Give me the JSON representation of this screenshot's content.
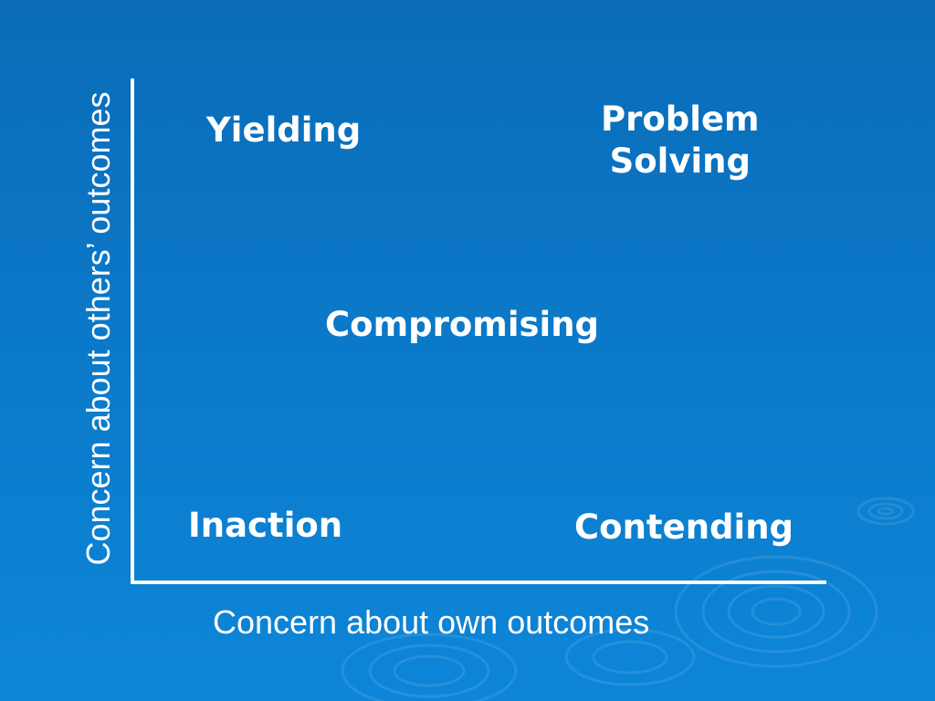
{
  "axes": {
    "y_label": "Concern about others’ outcomes",
    "x_label": "Concern about own outcomes"
  },
  "quadrants": {
    "top_left": "Yielding",
    "top_right_line1": "Problem",
    "top_right_line2": "Solving",
    "center": "Compromising",
    "bottom_left": "Inaction",
    "bottom_right": "Contending"
  },
  "colors": {
    "background_top": "#0a6cb8",
    "background_bottom": "#0d86d8",
    "foreground": "#ffffff"
  }
}
